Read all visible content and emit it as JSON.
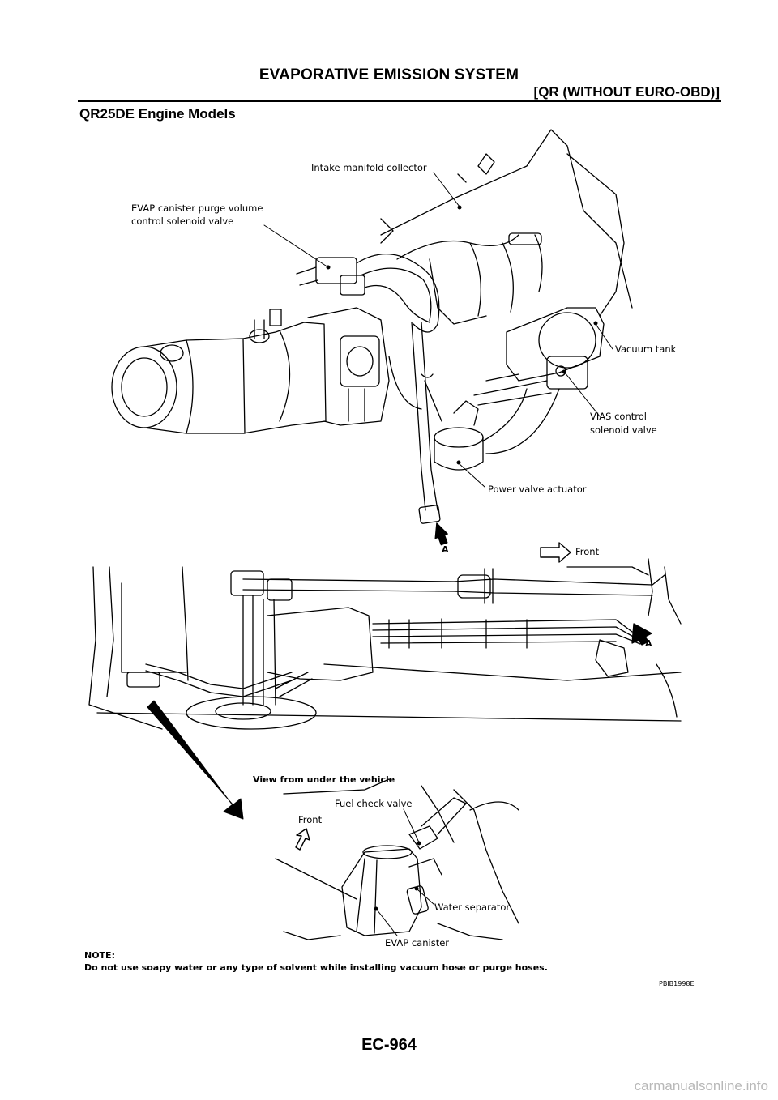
{
  "header": {
    "title": "EVAPORATIVE EMISSION SYSTEM",
    "subtitle": "[QR (WITHOUT EURO-OBD)]"
  },
  "section_title": "QR25DE Engine Models",
  "diagram": {
    "labels": {
      "intake_manifold": "Intake manifold collector",
      "purge_valve_l1": "EVAP canister purge volume",
      "purge_valve_l2": "control solenoid valve",
      "vacuum_tank": "Vacuum tank",
      "vias_l1": "VIAS control",
      "vias_l2": "solenoid valve",
      "power_valve": "Power valve actuator",
      "marker_a": "A",
      "front": "Front",
      "marker_a2": "A",
      "view_under": "View from under the vehicle",
      "fuel_check": "Fuel check valve",
      "front2": "Front",
      "water_sep": "Water separator",
      "evap_canister": "EVAP canister"
    }
  },
  "note": {
    "heading": "NOTE:",
    "text": "Do not use soapy water or any type of solvent while installing vacuum hose or purge hoses."
  },
  "figure_code": "PBIB1998E",
  "page_number": "EC-964",
  "watermark": "carmanualsonline.info"
}
